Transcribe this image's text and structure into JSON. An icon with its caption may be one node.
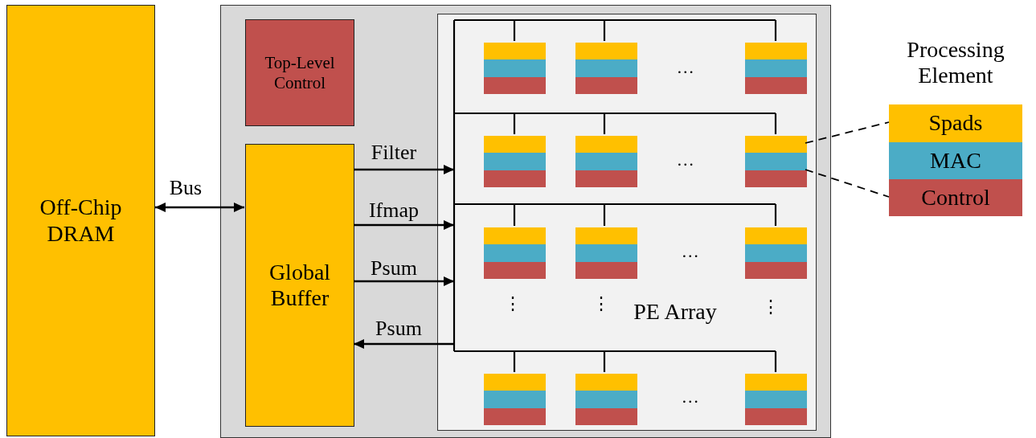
{
  "diagram": {
    "nodes": [
      {
        "text": [
          "Off-Chip DRAM"
        ]
      },
      {
        "text": [],
        "shape": "box"
      },
      {
        "text": [
          "Top-Level Control"
        ],
        "in": 1
      },
      {
        "text": [
          "Global Buffer"
        ],
        "in": 1
      },
      {
        "text": [
          "PE Array"
        ],
        "in": 1
      },
      {
        "text": [],
        "shape": "box",
        "in": 4
      },
      {
        "text": [],
        "shape": "box",
        "in": 4
      },
      {
        "text": [],
        "shape": "box",
        "in": 4
      },
      {
        "text": [],
        "shape": "box",
        "in": 4
      },
      {
        "text": [],
        "shape": "box",
        "in": 4
      },
      {
        "text": [],
        "shape": "box",
        "in": 4
      },
      {
        "text": [],
        "shape": "box",
        "in": 4
      },
      {
        "text": [],
        "shape": "box",
        "in": 4
      },
      {
        "text": [],
        "shape": "box",
        "in": 4
      },
      {
        "text": [],
        "shape": "box",
        "in": 4
      },
      {
        "text": [],
        "shape": "box",
        "in": 4
      },
      {
        "text": [],
        "shape": "box",
        "in": 4
      },
      {
        "text": [
          "Processing Element"
        ]
      },
      {
        "text": [
          "Spads"
        ],
        "in": 17
      },
      {
        "text": [
          "MAC"
        ],
        "in": 17
      },
      {
        "text": [
          "Control"
        ],
        "in": 17
      }
    ],
    "edges": [
      {
        "from": 0,
        "to": 3,
        "arrow": "both",
        "label": "Bus"
      },
      {
        "from": 3,
        "to": 4,
        "arrow": "to",
        "label": "Filter"
      },
      {
        "from": 3,
        "to": 4,
        "arrow": "to",
        "label": "Ifmap"
      },
      {
        "from": 3,
        "to": 4,
        "arrow": "to",
        "label": "Psum"
      },
      {
        "from": 4,
        "to": 3,
        "arrow": "to",
        "label": "Psum"
      },
      {
        "from": 10,
        "to": 18,
        "arrow": "none",
        "style": "dashed"
      },
      {
        "from": 10,
        "to": 20,
        "arrow": "none",
        "style": "dashed"
      }
    ],
    "labels": [
      "…",
      "…",
      "…",
      "⋮",
      "⋮",
      "⋮",
      "…"
    ]
  }
}
